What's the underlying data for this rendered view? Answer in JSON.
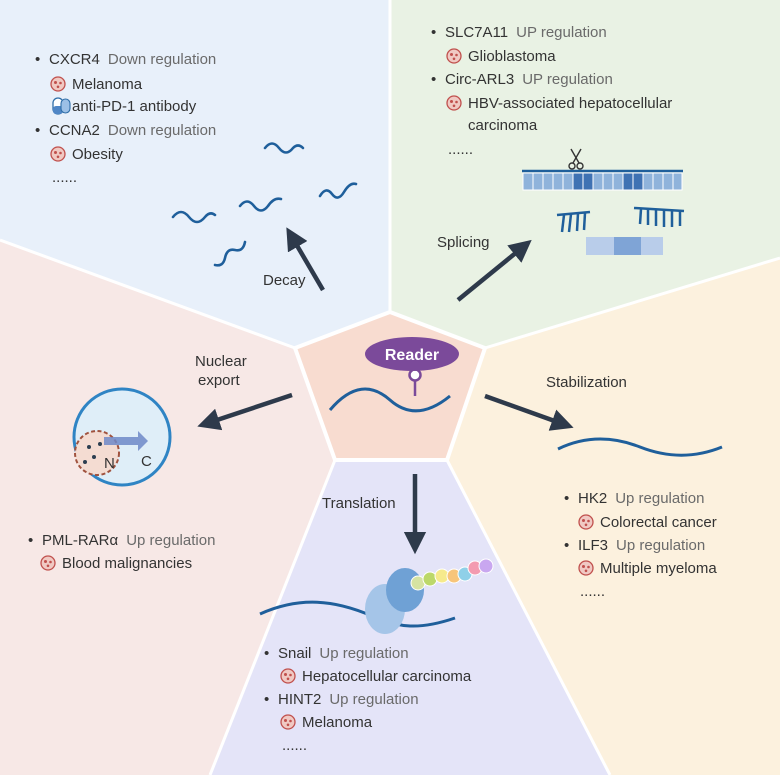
{
  "center": {
    "label": "Reader"
  },
  "processes": {
    "decay": "Decay",
    "splicing": "Splicing",
    "nuclear_export_line1": "Nuclear",
    "nuclear_export_line2": "export",
    "stabilization": "Stabilization",
    "translation": "Translation"
  },
  "nucleus": {
    "n_label": "N",
    "c_label": "C"
  },
  "decay_panel": {
    "items": [
      {
        "gene": "CXCR4",
        "regulation": "Down regulation"
      },
      {
        "gene": "CCNA2",
        "regulation": "Down regulation"
      }
    ],
    "subs": [
      {
        "text": "Melanoma",
        "icon": "cell-icon"
      },
      {
        "text": "anti-PD-1 antibody",
        "icon": "capsule-icon"
      },
      {
        "text": "Obesity",
        "icon": "cell-icon"
      }
    ],
    "more": "......"
  },
  "splicing_panel": {
    "items": [
      {
        "gene": "SLC7A11",
        "regulation": "UP regulation"
      },
      {
        "gene": "Circ-ARL3",
        "regulation": "UP regulation"
      }
    ],
    "subs": [
      {
        "text": "Glioblastoma",
        "icon": "cell-icon"
      },
      {
        "text": "HBV-associated hepatocellular",
        "icon": "cell-icon"
      },
      {
        "text": "carcinoma",
        "icon": ""
      }
    ],
    "more": "......"
  },
  "export_panel": {
    "items": [
      {
        "gene": "PML-RARα",
        "regulation": "Up regulation"
      }
    ],
    "subs": [
      {
        "text": "Blood malignancies",
        "icon": "cell-icon"
      }
    ]
  },
  "stabilization_panel": {
    "items": [
      {
        "gene": "HK2",
        "regulation": "Up regulation"
      },
      {
        "gene": "ILF3",
        "regulation": "Up regulation"
      }
    ],
    "subs": [
      {
        "text": "Colorectal cancer",
        "icon": "cell-icon"
      },
      {
        "text": "Multiple myeloma",
        "icon": "cell-icon"
      }
    ],
    "more": "......"
  },
  "translation_panel": {
    "items": [
      {
        "gene": "Snail",
        "regulation": "Up regulation"
      },
      {
        "gene": "HINT2",
        "regulation": "Up regulation"
      }
    ],
    "subs": [
      {
        "text": "Hepatocellular carcinoma",
        "icon": "cell-icon"
      },
      {
        "text": "Melanoma",
        "icon": "cell-icon"
      }
    ],
    "more": "......"
  },
  "colors": {
    "decay_bg": "#e8f0fa",
    "splicing_bg": "#e9f2e4",
    "export_bg": "#f7e8e6",
    "stabilization_bg": "#fcf1de",
    "translation_bg": "#e4e4f8",
    "center_bg": "#f8dcd0",
    "reader": "#7b4a9a",
    "rna": "#1f5f9b",
    "arrow": "#2e3a4b"
  }
}
